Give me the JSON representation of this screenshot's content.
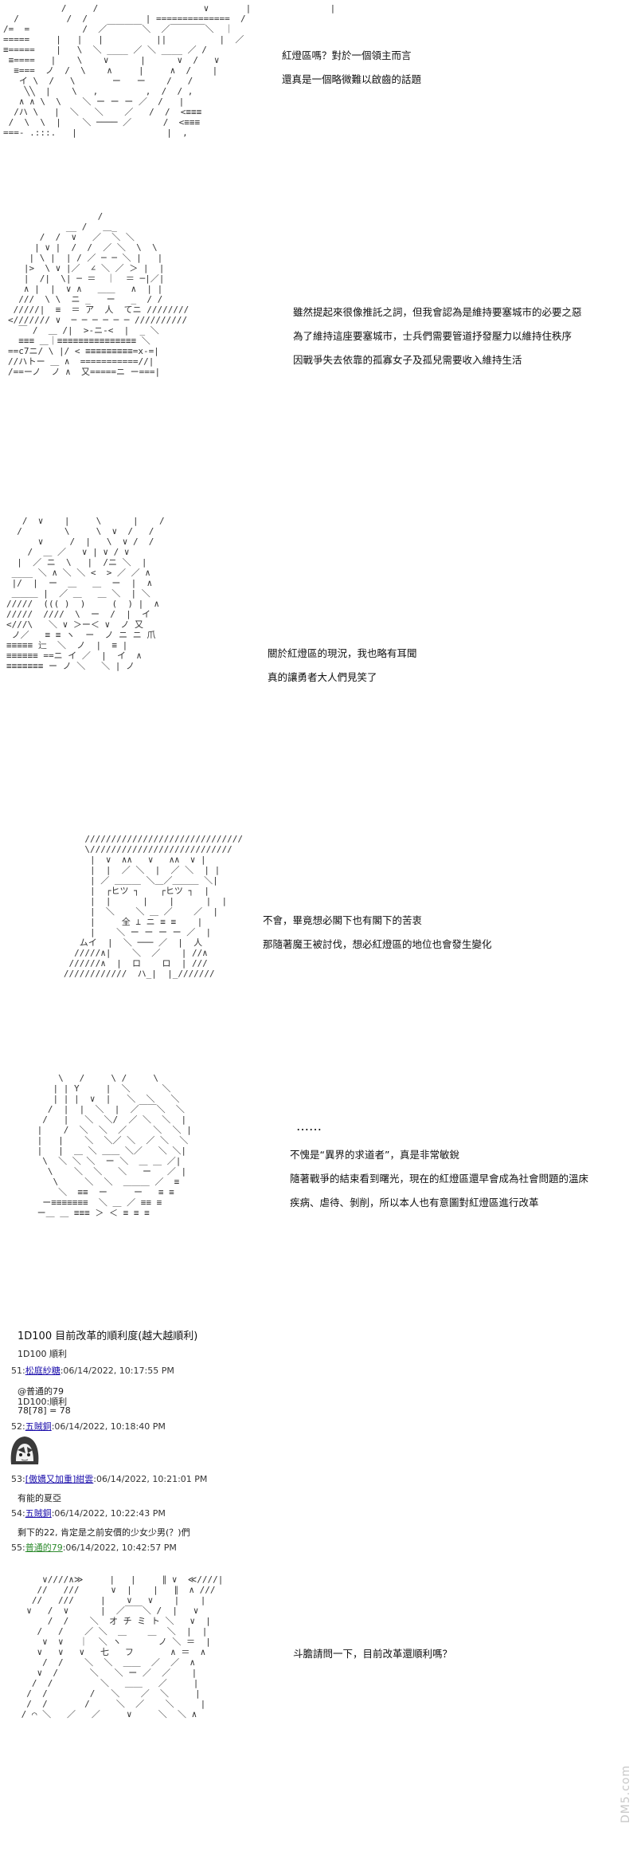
{
  "panels": [
    {
      "art": "           /     /                    ∨       |               |\n  /         /  /           | ==============  /\n/=  =          /  ／￣￣￣￣＼  ／￣￣￣￣＼  ｜\n=====     |   |   |          ||          |  ／\n≡=====    |   \\  ＼ ____ ／ ＼ ____ ／ /\n ≡====   |    \\    ∨      |      ∨  /   ∨\n  ≡===  ノ  /  \\    ∧     |     ∧  /    |\n   イ \\  /   \\       ー   ー    /   /\n    ╲╲  |    \\   ,         ,  /  / ,\n   ∧ ∧ \\  \\    ＼ ー ー ー ／  /   |\n  /ハ \\   |  ＼   ＼    ／   /  /  <≡≡≡\n /  \\  \\  |    ＼ ──── ／      /  <≡≡≡\n===- .:::.   |                 |  ,",
      "lines": [
        "紅燈區嗎？對於一個領主而言",
        "還真是一個略微難以啟齒的話題"
      ]
    },
    {
      "art": "                 /\n           __ /   ＿_\n      /  /  ∨   ／  ＼ ＼\n     | ∨ |  /  /  ／ ＼  \\  \\\n    | \\ |  | / ／ ─ ─ ＼ |   |\n   |>  \\ ∨ |／  ∠ ＼ ／ ＞ |  |\n   |  /|  \\| ─ ＝  ｜  ＝ ─|／|\n   ∧ |  |  ∨ ∧   ＿＿   ∧  | |\n  ///  \\ \\  ニ _   ー   _  / /\n /////|  ≡  ＝ ア  人  てニ ////////\n</////// ∨  ─ ─ ─ ─ ─ ─ //////////\n  ￣ /  ＿ /|  >-ニ-<  |  _ ＼\n  ≡≡≡ ＿｜≡≡≡≡≡≡≡≡≡≡≡≡≡≡≡ ＼\n==c7ニ/ \\ |/ < ≡≡≡≡≡≡≡≡≡=x-=|\n//ハトー ＿ ∧  ===========//|\n/==ーノ  ノ ∧  又=====ニ ー===|",
      "lines": [
        "雖然提起來很像推託之詞，但我會認為是維持要塞城市的必要之惡",
        "為了維持這座要塞城市，士兵們需要管道抒發壓力以維持住秩序",
        "因戰爭失去依靠的孤寡女子及孤兒需要收入維持生活"
      ]
    },
    {
      "art": "   /  ∨    |     \\      |    /\n  /        \\     \\  ∨  /   /\n      ∨     /  |   \\  ∨ /  /\n    /  ＿ ／   ∨ | ∨ / ∨\n  |  ／ ニ  \\   |  /ニ ＼  |\n ____ ＼ ∧ ＼ ＼ <  > ／ ／ ∧\n |/  |  ー  ＿   ＿  ー  |  ∧\n ＿＿＿ |  ／ ＿   ＿ ＼  | ＼\n/////  ((( )  )     (  ) |  ∧\n/////  ////  \\  ー  /  |  イ\n<///\\   ＼ ∨ ＞ー＜ ∨  ノ 又\n ノ／   ≡ ≡ ヽ  ー  ノ ニ ニ 爪\n≡≡≡≡≡ 辷  ＼  ノ  |  ≡ |\n≡≡≡≡≡≡ ==ニ イ ／  |  イ  ∧\n≡≡≡≡≡≡≡ ー ノ ＼   ＼ | ノ",
      "lines": [
        "關於紅燈區的現況，我也略有耳聞",
        "真的讓勇者大人們見笑了"
      ]
    },
    {
      "art": "       //////////////////////////////\n       \\///////////////////////////\n        |  ∨  ∧∧   ∨   ∧∧  ∨ |\n        |  |  ／ ＼  |  ／ ＼  | |\n        | ／ ＿＿＿ ＼＿／＿＿＿ ＼|\n        |  ┌ヒツ ┐    ┌ヒツ ┐  |\n        |  |      |    |      |  |\n        |  ＼    ＼ ＿ ／    ／  |\n        |     全 ⊥ ニ ≡ ≡    |\n        |    ＼ ー ー ー ー ／  |\n      ムイ  |  ＼ ─── ／  |  人\n     /////∧|    ＼  ／    | //∧\n    //////∧  |  ロ    ロ  | ///\n   ////////////  ハ_|  |_///////",
      "lines": [
        "不會，畢竟想必閣下也有閣下的苦衷",
        "那隨著魔王被討伐，想必紅燈區的地位也會發生變化"
      ]
    },
    {
      "art": "     \\   /     \\ /     \\\n    | | Y     |  ＼      ＼\n    | | |  ∨  |   ＼  ＼   ＼\n   /  |  |  ＼  |  ／￣￣＼  ＼\n  /   |   ＼  ＼/  ／ ＼  ＼  |\n |    /  ＼  ＼  ／     ＼  ＼ |\n |   |    ＼  ＼／ ＼  ／ ＼  ＼\n |   |  ＿ ＼ ＿＿ ＼／   ＼ ＼|\n  \\  ＼ ＼ ＼  ー ＼  ＿ ＿ ／|\n   \\    ＼  ＼   ＼   ー   ／ |\n    \\     ＼  ＼  ＿＿＿ ／  ≡\n     ＼  ≡≡  ー     ー   ≡ ≡\n  ー≡≡≡≡≡≡≡  ＼ ＿ ／ ≡≡ ≡\n ー＿ ＿ ≡≡≡ ＞ ＜ ≡ ≡ ≡",
      "lines": [
        "不愧是“異界的求道者”，真是非常敏銳",
        "隨著戰爭的結束看到曙光，現在的紅燈區還早會成為社會問題的溫床",
        "疾病、虐待、剝削，所以本人也有意圖對紅燈區進行改革"
      ],
      "dots": "……"
    },
    {
      "art": "     ∨////∧≫     |   |     ∥ ∨  ≪////|\n    //   ///      ∨  |    |   ∥  ∧ ///\n   //   ///     |    ∨   ∨    |    |\n  ∨   /  ∨      |  ／￣￣＼ /  |   ∨\n      /  /    ＼  オ チ ミ ト ＼   ∨  |\n    /   /    ／ ＼  ＿    ＿  ＼  |  |\n     ∨  ∨   ｜  ＼ ヽ       ノ ＼ ＝  |\n    ∨   ∨   ∨   七   フ       ∧ ＝  ∧\n     /  /    ＼  ＼  ＿＿  ／  ／  ∧\n    ∨  /      ＼   ＼ ー ／  ／    |\n   /  /         ＼   ＿＿   ／     |\n  /  /        /   ＼    ／  ＼     |\n  /  /       /     ＼  ／    ＼     |\n / ⌒ ＼   ／   ／     ∨     ＼  ＼ ∧",
      "lines": [
        "斗膽請問一下，目前改革還順利嗎？"
      ]
    }
  ],
  "roll": {
    "title": "1D100 目前改革的順利度(越大越順利)",
    "sub": "1D100 順利"
  },
  "posts": [
    {
      "num": "51:",
      "name": "松庭紗糖",
      "date": ":06/14/2022, 10:17:55 PM",
      "green": false
    },
    {
      "num": "52:",
      "name": "五賊銅",
      "date": ":06/14/2022, 10:18:40 PM",
      "green": false
    },
    {
      "num": "53:",
      "name": "[傲嬌又加重]",
      "name2": "紺雲",
      "date": ":06/14/2022, 10:21:01 PM",
      "green": false
    },
    {
      "num": "54:",
      "name": "五賊銅",
      "date": ":06/14/2022, 10:22:43 PM",
      "green": false
    },
    {
      "num": "55:",
      "name": "普通的79",
      "date": ":06/14/2022, 10:42:57 PM",
      "green": true
    }
  ],
  "post_bodies": {
    "p51": [
      "@普通的79",
      "1D100:順利",
      "78[78] = 78"
    ],
    "p53": [
      "有能的夏亞"
    ],
    "p54": [
      "剩下的22, 肯定是之前安價的少女少男(？)們"
    ]
  },
  "watermark": "DM5.com"
}
